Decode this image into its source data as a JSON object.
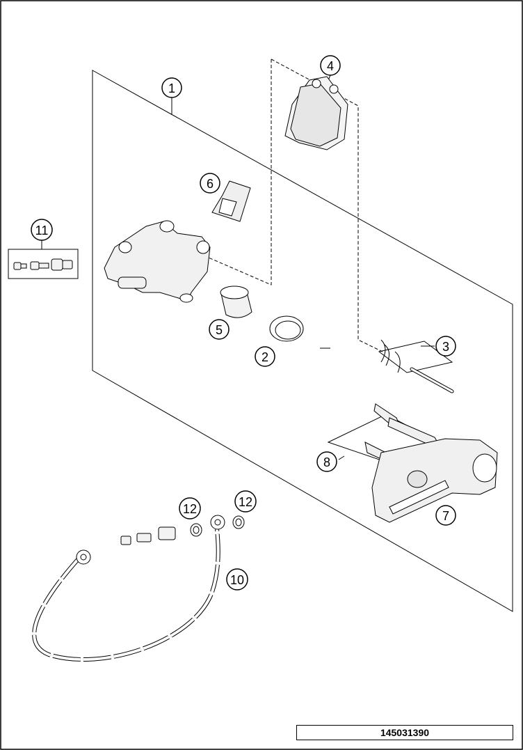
{
  "drawing": {
    "part_number": "145031390"
  },
  "callouts": {
    "c1": "1",
    "c2": "2",
    "c3": "3",
    "c4": "4",
    "c5": "5",
    "c6": "6",
    "c7": "7",
    "c8": "8",
    "c10": "10",
    "c11": "11",
    "c12a": "12",
    "c12b": "12"
  },
  "parts": [
    {
      "id": "1",
      "name": "brake-caliper"
    },
    {
      "id": "2",
      "name": "caliper-seal-ring"
    },
    {
      "id": "3",
      "name": "pad-retaining-pin-and-clips"
    },
    {
      "id": "4",
      "name": "brake-pads"
    },
    {
      "id": "5",
      "name": "brake-piston"
    },
    {
      "id": "6",
      "name": "pad-spring"
    },
    {
      "id": "7",
      "name": "caliper-support-bracket"
    },
    {
      "id": "8",
      "name": "guide-pins-and-boots"
    },
    {
      "id": "10",
      "name": "brake-line"
    },
    {
      "id": "11",
      "name": "bleeder-screw-kit"
    },
    {
      "id": "12",
      "name": "sealing-washer"
    }
  ]
}
